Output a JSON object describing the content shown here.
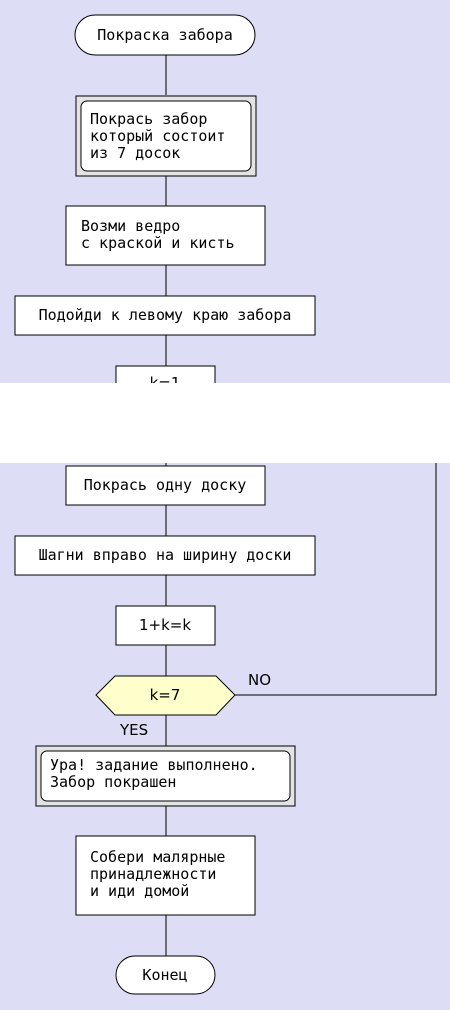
{
  "colors": {
    "background": "#ddddf6",
    "box_fill": "#ffffff",
    "decision_fill": "#ffffcc",
    "double_frame_fill": "#e3e3e3",
    "line": "#000000"
  },
  "nodes": {
    "start": "Покраска забора",
    "paint_fence_task": [
      "Покрась забор",
      "который состоит",
      "из 7 досок"
    ],
    "take_bucket": [
      "Возми ведро",
      "с краской и кисть"
    ],
    "go_left_edge": "Подойди к левому краю забора",
    "init_counter": "k=1",
    "paint_one_board": "Покрась одну доску",
    "step_right": "Шагни вправо на ширину доски",
    "increment": "1+k=k",
    "condition": "k=7",
    "success_message": [
      "Ура! задание выполнено.",
      "Забор покрашен"
    ],
    "collect_tools": [
      "Собери малярные",
      "принадлежности",
      "и иди домой"
    ],
    "end": "Конец"
  },
  "edge_labels": {
    "no": "NO",
    "yes": "YES"
  }
}
